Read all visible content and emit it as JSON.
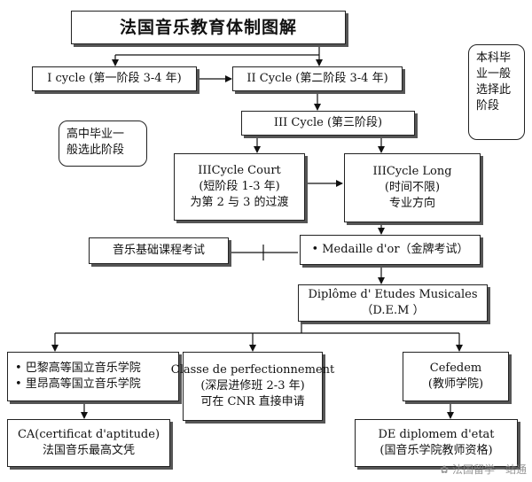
{
  "title": "法国音乐教育体制图解",
  "cycle1": "I cycle (第一阶段 3-4 年)",
  "cycle2": "II Cycle (第二阶段 3-4 年)",
  "cycle3": "III Cycle (第三阶段)",
  "court": [
    "IIICycle Court",
    "(短阶段 1-3 年)",
    "为第 2 与 3 的过渡"
  ],
  "long": [
    "IIICycle Long",
    "(时间不限)",
    "专业方向"
  ],
  "basic_exam": "音乐基础课程考试",
  "medaille": "• Medaille d'or（金牌考试）",
  "dem": [
    "Diplôme d' Etudes Musicales",
    "（D.E.M  ）"
  ],
  "conservatoires": [
    "• 巴黎高等国立音乐学院",
    "• 里昂高等国立音乐学院"
  ],
  "perfection": [
    "Classe de perfectionnement",
    "(深层进修班  2-3 年)",
    "可在 CNR 直接申请"
  ],
  "cefedem": [
    "Cefedem",
    "(教师学院)"
  ],
  "ca": [
    "CA(certificat d'aptitude)",
    "法国音乐最高文凭"
  ],
  "de": [
    "DE diplomem d'etat",
    "(国音乐学院教师资格)"
  ],
  "note_left": [
    "高中毕业一",
    "般选此阶段"
  ],
  "note_right": [
    "本科毕",
    "业一般",
    "选择此",
    "阶段"
  ],
  "watermark": "法国留学一站通"
}
